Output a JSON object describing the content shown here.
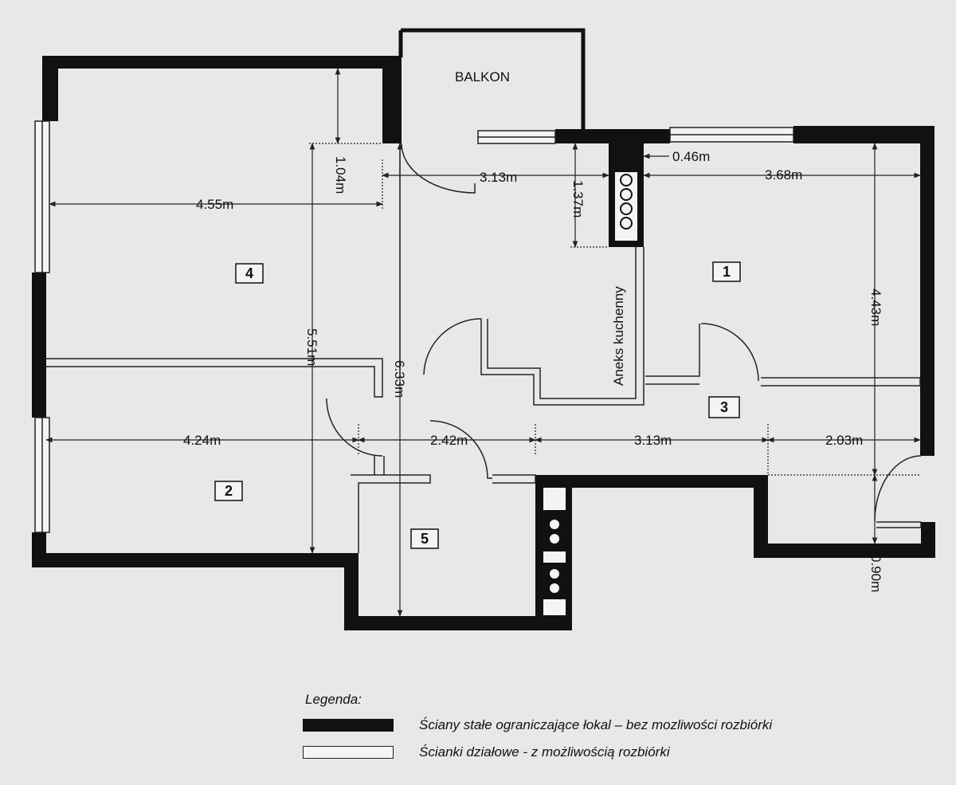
{
  "labels": {
    "balcony": "BALKON",
    "kitchenette": "Aneks kuchenny"
  },
  "rooms": [
    "4",
    "1",
    "2",
    "3",
    "5"
  ],
  "dimensions": {
    "d_104": "1.04m",
    "d_313_top": "3.13m",
    "d_137": "1.37m",
    "d_046": "0.46m",
    "d_368": "3.68m",
    "d_455": "4.55m",
    "d_551": "5.51m",
    "d_633": "6.33m",
    "d_443": "4.43m",
    "d_424": "4.24m",
    "d_242": "2.42m",
    "d_313_mid": "3.13m",
    "d_203": "2.03m",
    "d_090": "0.90m"
  },
  "legend": {
    "title": "Legenda:",
    "solid": "Ściany stałe ograniczające łokal – bez mozliwości rozbiórki",
    "hollow": "Ścianki działowe  - z możliwością rozbiórki"
  },
  "colors": {
    "wall": "#111111",
    "paper": "#e8e8e6",
    "line": "#222222"
  }
}
